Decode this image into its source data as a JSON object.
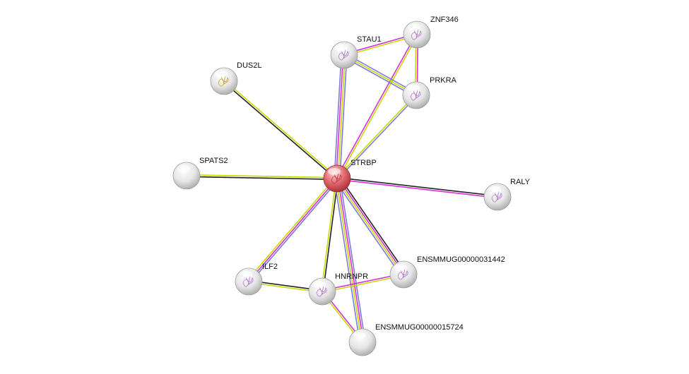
{
  "network": {
    "colors": {
      "query_node": "#d9545b",
      "node": "#d8d8d8",
      "edge_magenta": "#d62fd6",
      "edge_yellow": "#c8d800",
      "edge_blue": "#7b7bd8",
      "edge_black": "#222222",
      "label": "#111111"
    },
    "nodes": [
      {
        "id": "STRBP",
        "label": "STRBP",
        "query": true,
        "glyph": "#c0303a"
      },
      {
        "id": "ZNF346",
        "label": "ZNF346",
        "glyph": "#b070c8"
      },
      {
        "id": "STAU1",
        "label": "STAU1",
        "glyph": "#b070c8"
      },
      {
        "id": "PRKRA",
        "label": "PRKRA",
        "glyph": "#b070c8"
      },
      {
        "id": "DUS2L",
        "label": "DUS2L",
        "glyph": "#c8a020"
      },
      {
        "id": "SPATS2",
        "label": "SPATS2",
        "glyph": null
      },
      {
        "id": "RALY",
        "label": "RALY",
        "glyph": "#b070c8"
      },
      {
        "id": "ILF2",
        "label": "ILF2",
        "glyph": "#b070c8"
      },
      {
        "id": "HNRNPR",
        "label": "HNRNPR",
        "glyph": "#b070c8"
      },
      {
        "id": "ENSMMUG00000031442",
        "label": "ENSMMUG00000031442",
        "glyph": "#b070c8"
      },
      {
        "id": "ENSMMUG00000015724",
        "label": "ENSMMUG00000015724",
        "glyph": null
      }
    ],
    "edges": [
      {
        "a": "STRBP",
        "b": "STAU1",
        "colors": [
          "edge_blue",
          "edge_magenta",
          "edge_yellow",
          "edge_blue"
        ]
      },
      {
        "a": "STRBP",
        "b": "ZNF346",
        "colors": [
          "edge_magenta",
          "edge_yellow"
        ]
      },
      {
        "a": "STRBP",
        "b": "PRKRA",
        "colors": [
          "edge_yellow",
          "edge_blue"
        ]
      },
      {
        "a": "STRBP",
        "b": "DUS2L",
        "colors": [
          "edge_black",
          "edge_yellow"
        ]
      },
      {
        "a": "STRBP",
        "b": "SPATS2",
        "colors": [
          "edge_black",
          "edge_yellow"
        ]
      },
      {
        "a": "STRBP",
        "b": "RALY",
        "colors": [
          "edge_black",
          "edge_magenta"
        ]
      },
      {
        "a": "STRBP",
        "b": "ILF2",
        "colors": [
          "edge_blue",
          "edge_magenta",
          "edge_yellow"
        ]
      },
      {
        "a": "STRBP",
        "b": "HNRNPR",
        "colors": [
          "edge_black",
          "edge_yellow"
        ]
      },
      {
        "a": "STRBP",
        "b": "ENSMMUG00000031442",
        "colors": [
          "edge_black",
          "edge_magenta",
          "edge_yellow",
          "edge_blue"
        ]
      },
      {
        "a": "STRBP",
        "b": "ENSMMUG00000015724",
        "colors": [
          "edge_blue",
          "edge_magenta",
          "edge_yellow",
          "edge_blue"
        ]
      },
      {
        "a": "STAU1",
        "b": "ZNF346",
        "colors": [
          "edge_magenta",
          "edge_yellow"
        ]
      },
      {
        "a": "STAU1",
        "b": "PRKRA",
        "colors": [
          "edge_blue",
          "edge_yellow",
          "edge_blue"
        ]
      },
      {
        "a": "ZNF346",
        "b": "PRKRA",
        "colors": [
          "edge_magenta",
          "edge_yellow"
        ]
      },
      {
        "a": "ILF2",
        "b": "HNRNPR",
        "colors": [
          "edge_black",
          "edge_yellow"
        ]
      },
      {
        "a": "HNRNPR",
        "b": "ENSMMUG00000031442",
        "colors": [
          "edge_magenta",
          "edge_yellow"
        ]
      },
      {
        "a": "HNRNPR",
        "b": "ENSMMUG00000015724",
        "colors": [
          "edge_magenta",
          "edge_yellow"
        ]
      }
    ]
  }
}
